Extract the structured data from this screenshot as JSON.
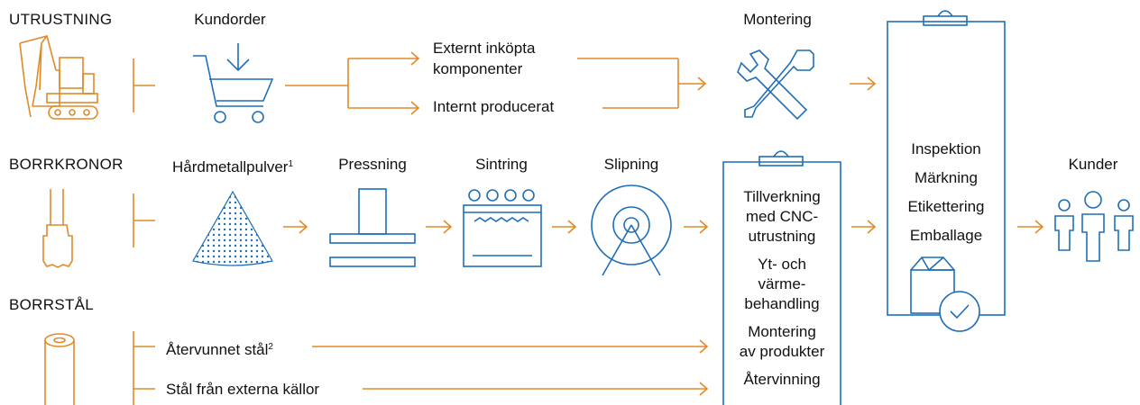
{
  "rows": {
    "utrustning": {
      "header": "UTRUSTNING",
      "icon": "excavator-icon",
      "steps": {
        "order": "Kundorder",
        "external": "Externt inköpta\nkomponenter",
        "internal": "Internt producerat",
        "assembly": "Montering"
      },
      "step_icons": [
        "shopping-cart-icon",
        "wrench-tools-icon"
      ]
    },
    "borrkronor": {
      "header": "BORRKRONOR",
      "icon": "drill-bit-icon",
      "steps": {
        "powder": "Hårdmetallpulver",
        "powder_sup": "1",
        "pressing": "Pressning",
        "sintering": "Sintring",
        "grinding": "Slipning"
      },
      "step_icons": [
        "powder-pile-icon",
        "press-icon",
        "furnace-icon",
        "grinding-wheel-icon"
      ]
    },
    "borrstal": {
      "header": "BORRSTÅL",
      "icon": "steel-roll-icon",
      "steps": {
        "recycled": "Återvunnet stål",
        "recycled_sup": "2",
        "external": "Stål från externa källor"
      }
    }
  },
  "manufacturing_box": {
    "items": [
      "Tillverkning\nmed CNC-\nutrustning",
      "Yt- och\nvärme-\nbehandling",
      "Montering\nav produkter",
      "Återvinning"
    ]
  },
  "inspection_box": {
    "items": [
      "Inspektion",
      "Märkning",
      "Etikettering",
      "Emballage"
    ],
    "icon": "package-check-icon"
  },
  "customers": {
    "label": "Kunder",
    "icon": "people-icon"
  },
  "colors": {
    "flow": "#e08a28",
    "icons": "#1f6fb8",
    "text": "#111111"
  }
}
